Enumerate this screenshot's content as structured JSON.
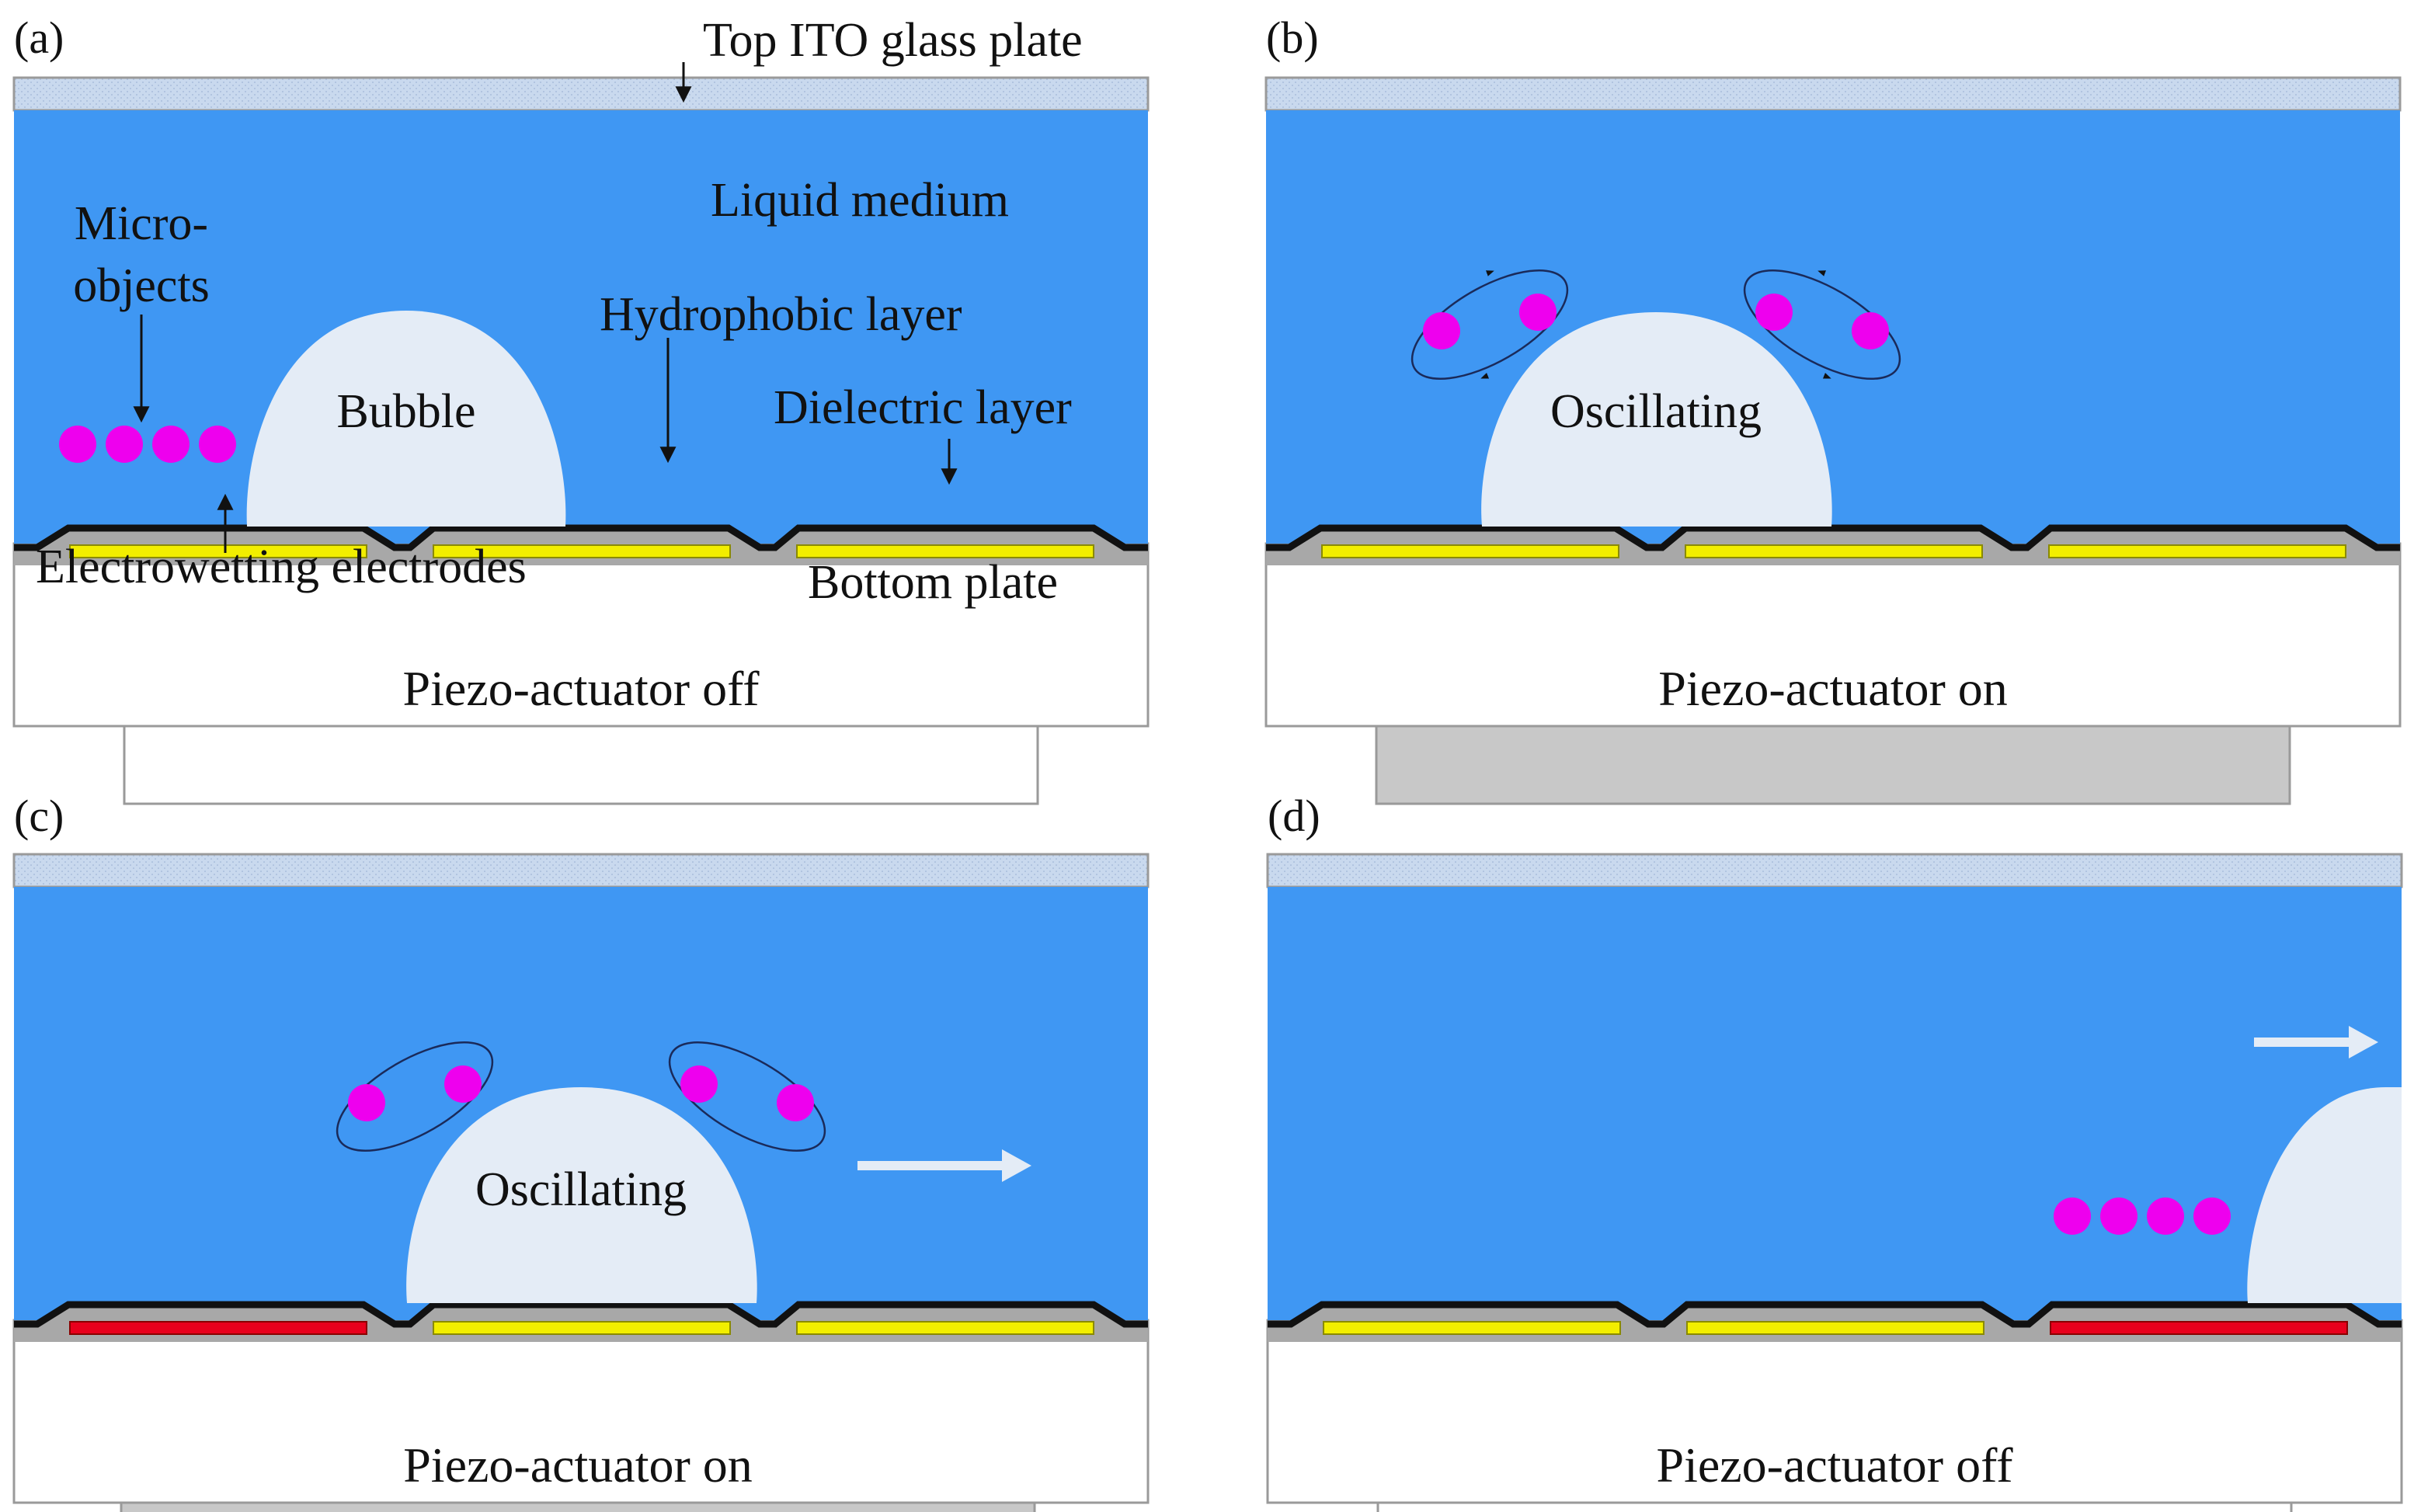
{
  "panels": [
    {
      "id": "a",
      "label": "(a)",
      "piezo_label": "Piezo-actuator off",
      "piezo_state": "off"
    },
    {
      "id": "b",
      "label": "(b)",
      "piezo_label": "Piezo-actuator on",
      "piezo_state": "on"
    },
    {
      "id": "c",
      "label": "(c)",
      "piezo_label": "Piezo-actuator on",
      "piezo_state": "on"
    },
    {
      "id": "d",
      "label": "(d)",
      "piezo_label": "Piezo-actuator off",
      "piezo_state": "off"
    }
  ],
  "annotations": {
    "top_ito": "Top ITO glass plate",
    "liquid": "Liquid medium",
    "micro_1": "Micro-",
    "micro_2": "objects",
    "hydrophobic": "Hydrophobic layer",
    "dielectric": "Dielectric layer",
    "electrodes": "Electrowetting electrodes",
    "bottom": "Bottom plate",
    "bubble": "Bubble",
    "oscillating": "Oscillating"
  },
  "colors": {
    "liquid": "#3f97f3",
    "glass": "#c9d9ee",
    "bubble": "#e4ecf6",
    "electrode_off": "#f2ee00",
    "electrode_active": "#e8001c",
    "particle": "#ee00ee",
    "piezo_on": "#c8c8c8",
    "piezo_off": "#ffffff"
  }
}
